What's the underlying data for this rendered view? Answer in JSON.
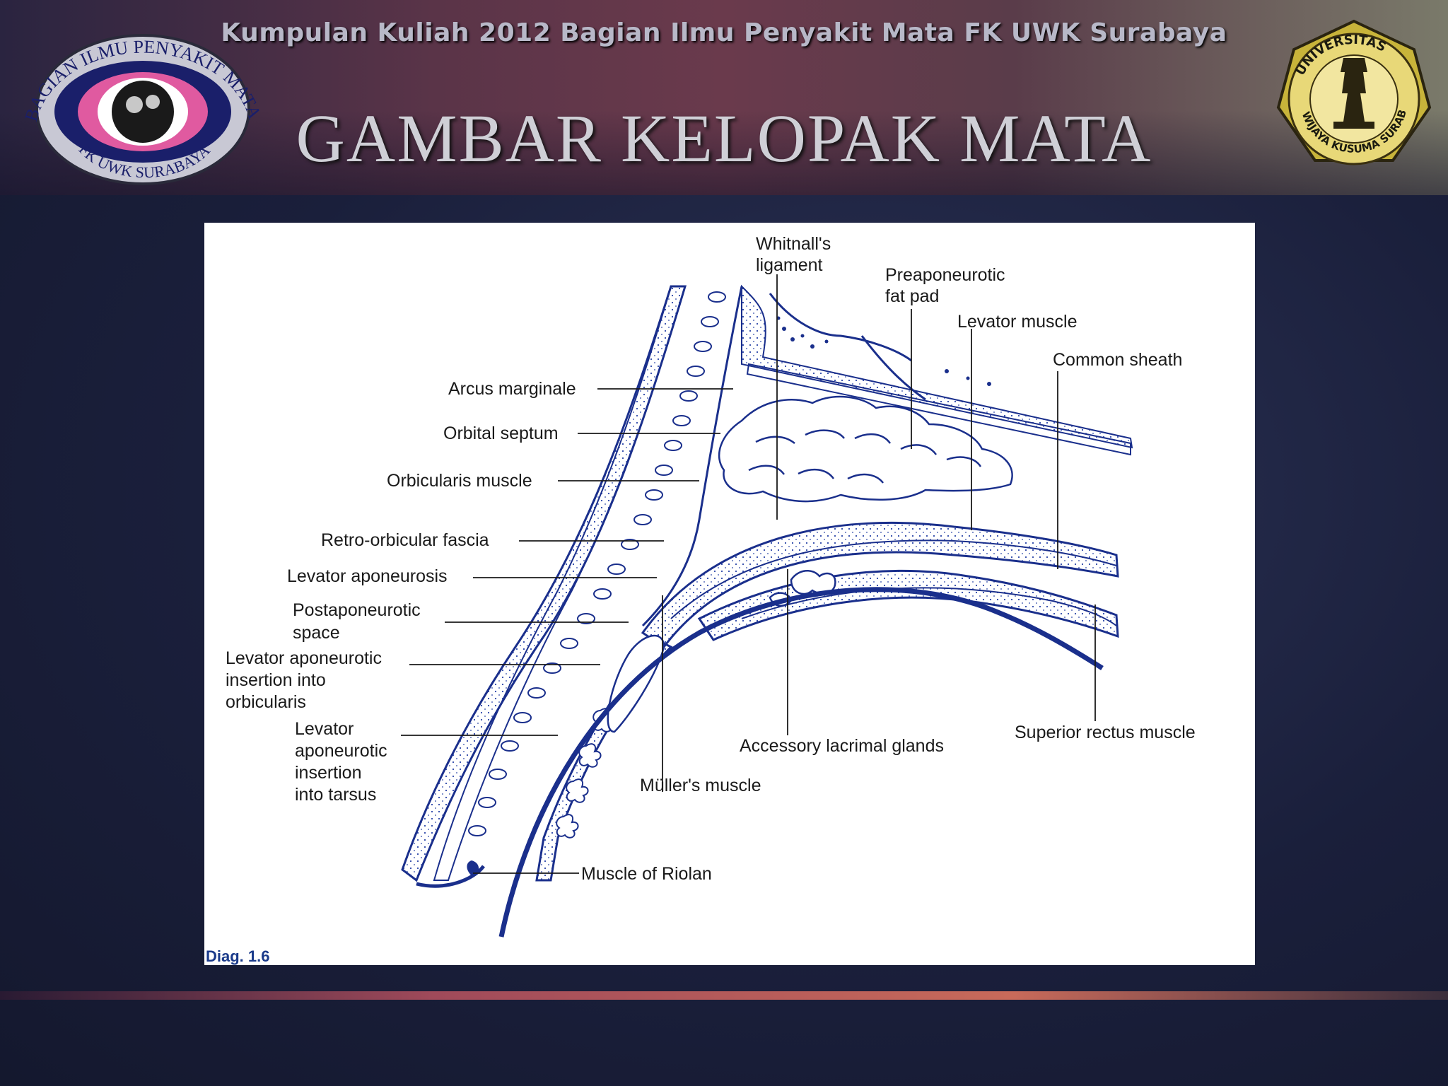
{
  "header": {
    "topline": "Kumpulan Kuliah 2012 Bagian Ilmu Penyakit Mata FK UWK Surabaya",
    "title": "GAMBAR KELOPAK MATA",
    "left_logo": {
      "text_top": "BAGIAN ILMU PENYAKIT MATA",
      "text_bottom": "FK UWK SURABAYA",
      "icon": "eye-logo-icon"
    },
    "right_logo": {
      "text_top": "UNIVERSITAS",
      "text_bottom": "WIJAYA KUSUMA SURABAYA",
      "icon": "university-seal-icon"
    }
  },
  "figure": {
    "caption": "Diag. 1.6",
    "labels": {
      "whitnall_1": "Whitnall's",
      "whitnall_2": "ligament",
      "preapo_1": "Preaponeurotic",
      "preapo_2": "fat pad",
      "levator_muscle": "Levator muscle",
      "common_sheath": "Common sheath",
      "arcus": "Arcus marginale",
      "septum": "Orbital septum",
      "orbicularis": "Orbicularis muscle",
      "retro": "Retro-orbicular fascia",
      "lev_apo": "Levator aponeurosis",
      "postapo_1": "Postaponeurotic",
      "postapo_2": "space",
      "ins_orb_1": "Levator aponeurotic",
      "ins_orb_2": "insertion into",
      "ins_orb_3": "orbicularis",
      "ins_tar_1": "Levator",
      "ins_tar_2": "aponeurotic",
      "ins_tar_3": "insertion",
      "ins_tar_4": "into tarsus",
      "accessory": "Accessory lacrimal glands",
      "superior_rectus": "Superior rectus muscle",
      "muller": "Müller's muscle",
      "riolan": "Muscle of Riolan"
    }
  },
  "colors": {
    "ink": "#1a2f8c",
    "label": "#1a1a1a",
    "paper": "#ffffff"
  }
}
